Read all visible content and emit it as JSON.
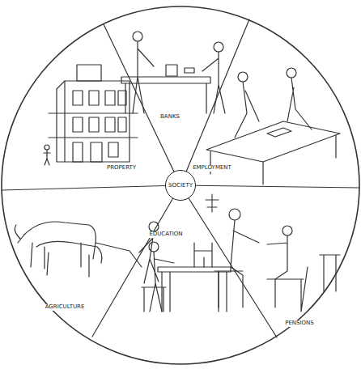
{
  "diagram": {
    "nodes": [
      {
        "text": [
          "SOCIETY"
        ]
      }
    ],
    "labels": [
      "PROPERTY",
      "BANKS",
      "EMPLOYMENT",
      "PENSIONS",
      "EDUCATION",
      "AGRICULTURE"
    ]
  }
}
